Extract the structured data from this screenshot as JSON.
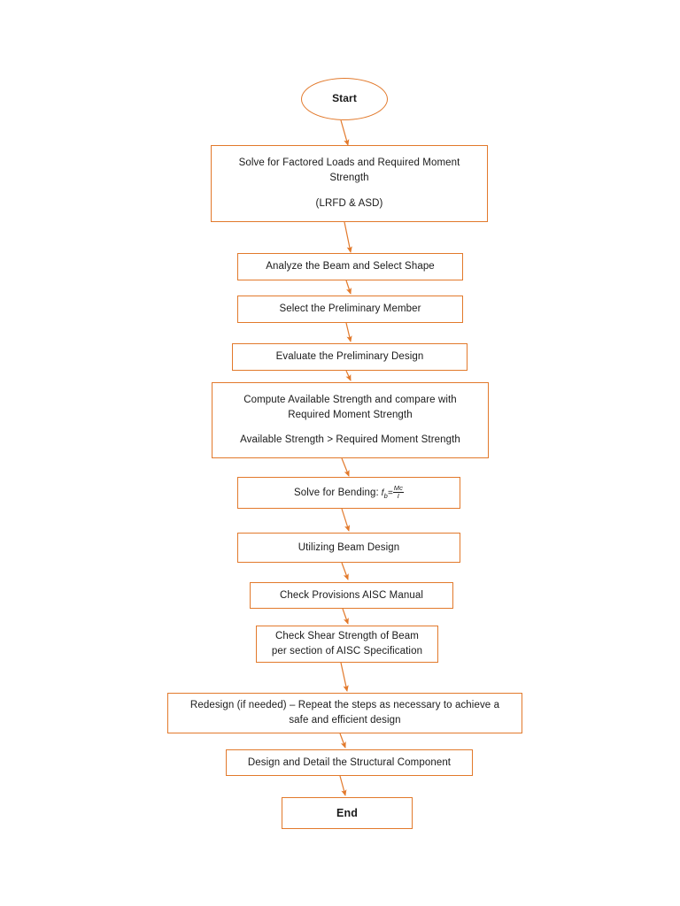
{
  "diagram": {
    "title": "Beam Design Process Flowchart",
    "colors": {
      "node_border": "#E2792B",
      "connector": "#E2792B",
      "text": "#1a1a1a",
      "background": "#ffffff"
    },
    "nodes": [
      {
        "id": "start",
        "shape": "oval",
        "label": "Start"
      },
      {
        "id": "factored-loads",
        "shape": "rectangle",
        "line1": "Solve for Factored Loads and Required Moment",
        "line2": "Strength",
        "line3": "(LRFD & ASD)"
      },
      {
        "id": "analyze-beam",
        "shape": "rectangle",
        "label": "Analyze the Beam and Select Shape"
      },
      {
        "id": "select-member",
        "shape": "rectangle",
        "label": "Select the Preliminary Member"
      },
      {
        "id": "evaluate-design",
        "shape": "rectangle",
        "label": "Evaluate the Preliminary Design"
      },
      {
        "id": "compute-strength",
        "shape": "rectangle",
        "line1": "Compute Available Strength and compare with",
        "line2": "Required Moment Strength",
        "line3": "Available Strength > Required Moment Strength"
      },
      {
        "id": "solve-bending",
        "shape": "rectangle",
        "label": "Solve for Bending:",
        "formula": {
          "lhs": "f",
          "lhs_sub": "b",
          "equals": "=",
          "numerator": "Mc",
          "denominator": "I"
        }
      },
      {
        "id": "utilizing-beam-design",
        "shape": "rectangle",
        "label": "Utilizing Beam Design"
      },
      {
        "id": "check-provisions",
        "shape": "rectangle",
        "label": "Check Provisions AISC Manual"
      },
      {
        "id": "check-shear",
        "shape": "rectangle",
        "line1": "Check Shear Strength of Beam",
        "line2": "per section of AISC Specification"
      },
      {
        "id": "redesign",
        "shape": "rectangle",
        "line1": "Redesign (if needed) – Repeat the steps as necessary to achieve a",
        "line2": "safe and efficient design"
      },
      {
        "id": "design-detail",
        "shape": "rectangle",
        "label": "Design and Detail the Structural Component"
      },
      {
        "id": "end",
        "shape": "rectangle",
        "label": "End"
      }
    ]
  }
}
